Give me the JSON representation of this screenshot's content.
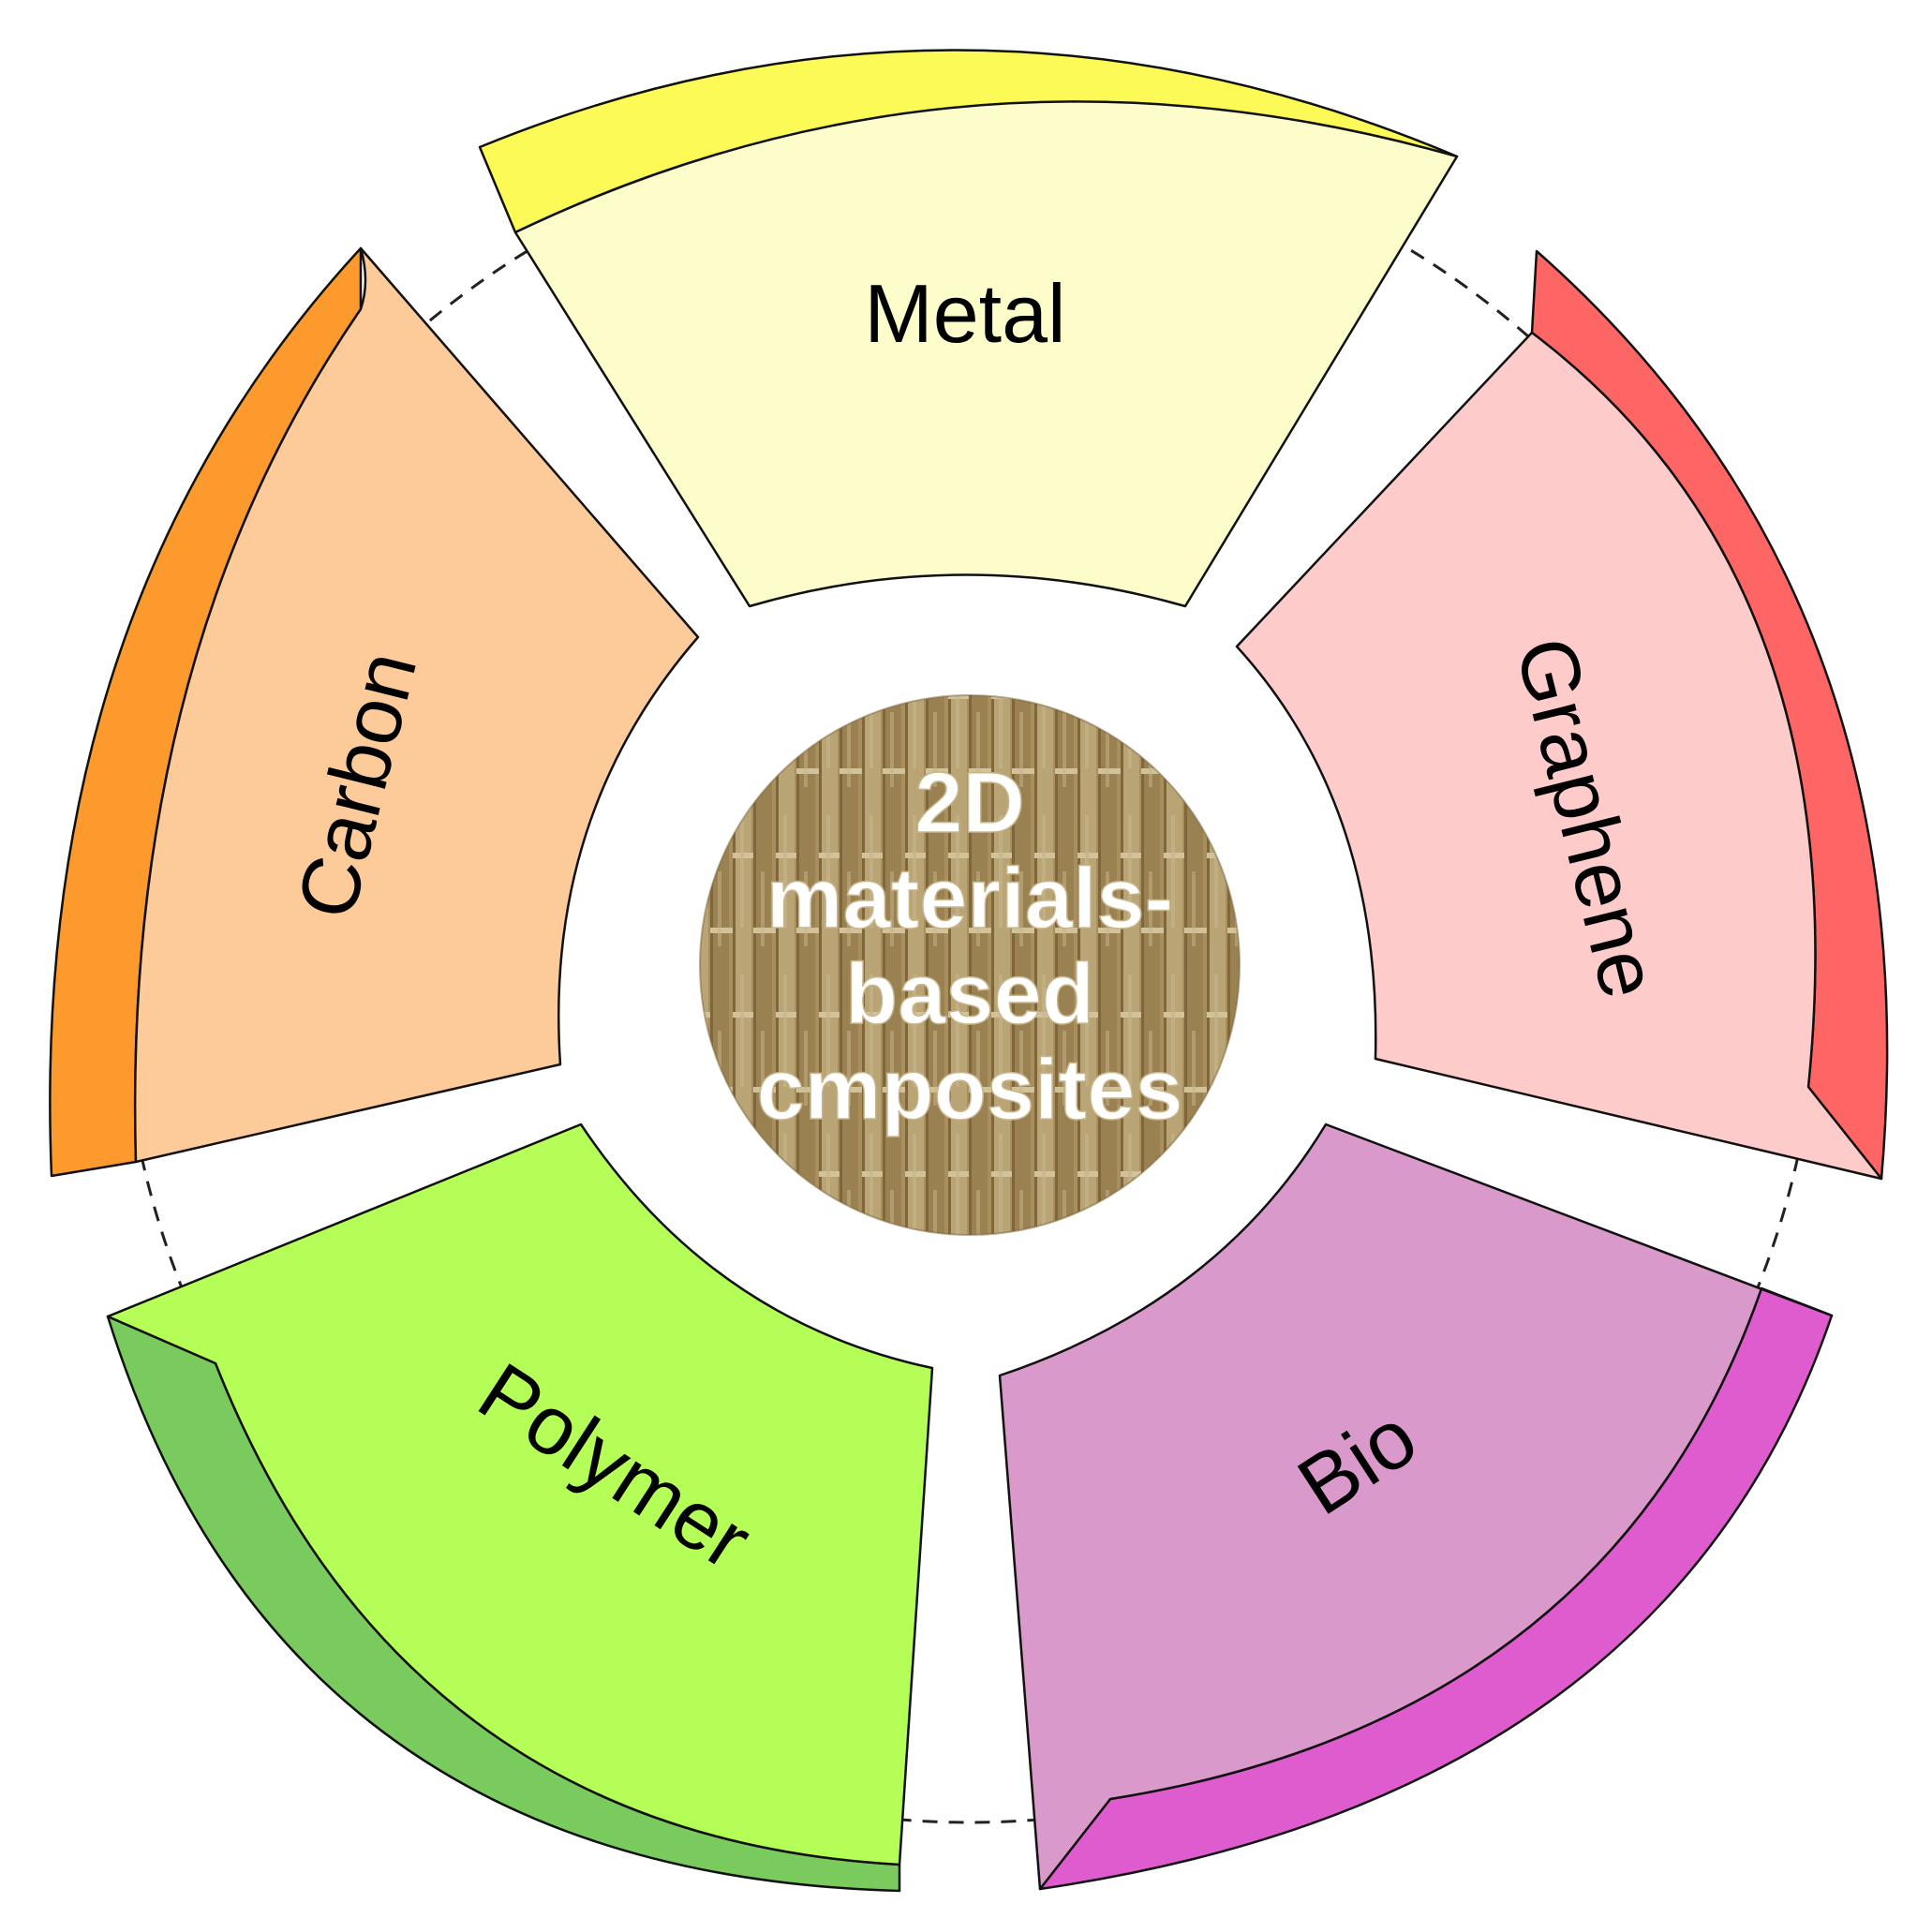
{
  "center": {
    "lines": [
      "2D",
      "materials-",
      "based",
      "cmposites"
    ],
    "texture_colors": {
      "base": "#b89c66",
      "light": "#d9c597",
      "dark": "#8a7040"
    }
  },
  "segments": [
    {
      "label": "Metal",
      "fill": "#fdfccb",
      "band": "#fbfa57"
    },
    {
      "label": "Graphene",
      "fill": "#fecbcb",
      "band": "#fe6666"
    },
    {
      "label": "Bio",
      "fill": "#da99cb",
      "band": "#de5ccd"
    },
    {
      "label": "Polymer",
      "fill": "#b4fe57",
      "band": "#7acb5e"
    },
    {
      "label": "Carbon",
      "fill": "#fdcb9a",
      "band": "#fd9a2d"
    }
  ],
  "colors": {
    "outline": "#111111",
    "background": "#ffffff"
  }
}
